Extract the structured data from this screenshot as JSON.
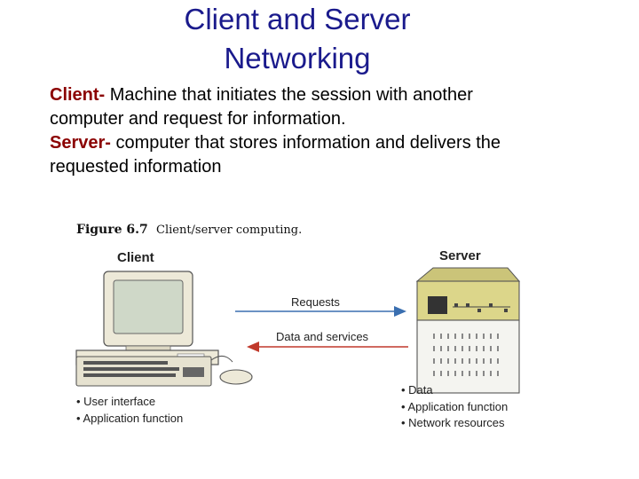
{
  "slide": {
    "title_line1": "Client and Server",
    "title_line2": "Networking",
    "client_term": "Client-",
    "client_def_line1": " Machine that initiates the session with another",
    "client_def_line2": "computer and request for information.",
    "server_term": "Server-",
    "server_def_line1": " computer that stores information and delivers the",
    "server_def_line2": "requested information"
  },
  "figure": {
    "number": "Figure 6.7",
    "caption": "Client/server computing.",
    "client_heading": "Client",
    "server_heading": "Server",
    "requests_label": "Requests",
    "data_label": "Data and services",
    "client_bullets": [
      "User interface",
      "Application function"
    ],
    "server_bullets": [
      "Data",
      "Application function",
      "Network resources"
    ],
    "colors": {
      "request_arrow": "#3a6fb0",
      "data_arrow": "#c0392b",
      "server_top": "#dcd68a",
      "server_body": "#f4f4f0",
      "client_beige": "#ede9d8",
      "screen": "#cfd8c8"
    }
  }
}
